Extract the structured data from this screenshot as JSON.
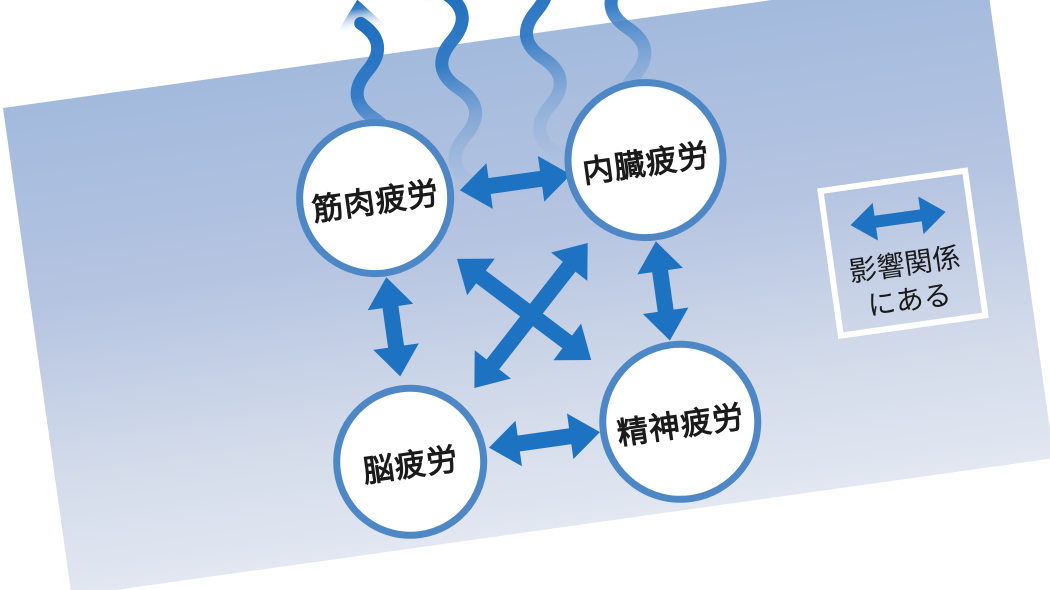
{
  "nodes": [
    {
      "id": "muscle",
      "label": "筋肉疲労"
    },
    {
      "id": "visceral",
      "label": "内臓疲労"
    },
    {
      "id": "brain",
      "label": "脳疲労"
    },
    {
      "id": "mental",
      "label": "精神疲労"
    }
  ],
  "legend": {
    "icon": "double-arrow-icon",
    "line1": "影響関係",
    "line2": "にある"
  },
  "relations": [
    {
      "from": "muscle",
      "to": "visceral",
      "type": "mutual-influence"
    },
    {
      "from": "brain",
      "to": "mental",
      "type": "mutual-influence"
    },
    {
      "from": "muscle",
      "to": "brain",
      "type": "mutual-influence"
    },
    {
      "from": "visceral",
      "to": "mental",
      "type": "mutual-influence"
    },
    {
      "from": "muscle",
      "to": "mental",
      "type": "mutual-influence"
    },
    {
      "from": "brain",
      "to": "visceral",
      "type": "mutual-influence"
    }
  ],
  "steam_arrows": {
    "count": 4,
    "direction": "up"
  },
  "colors": {
    "arrow": "#1d72c1",
    "ring": "#4e87c5",
    "panel_top": "#a3badd",
    "panel_bottom": "#e2e7f1",
    "ink": "#1a1a1a"
  }
}
